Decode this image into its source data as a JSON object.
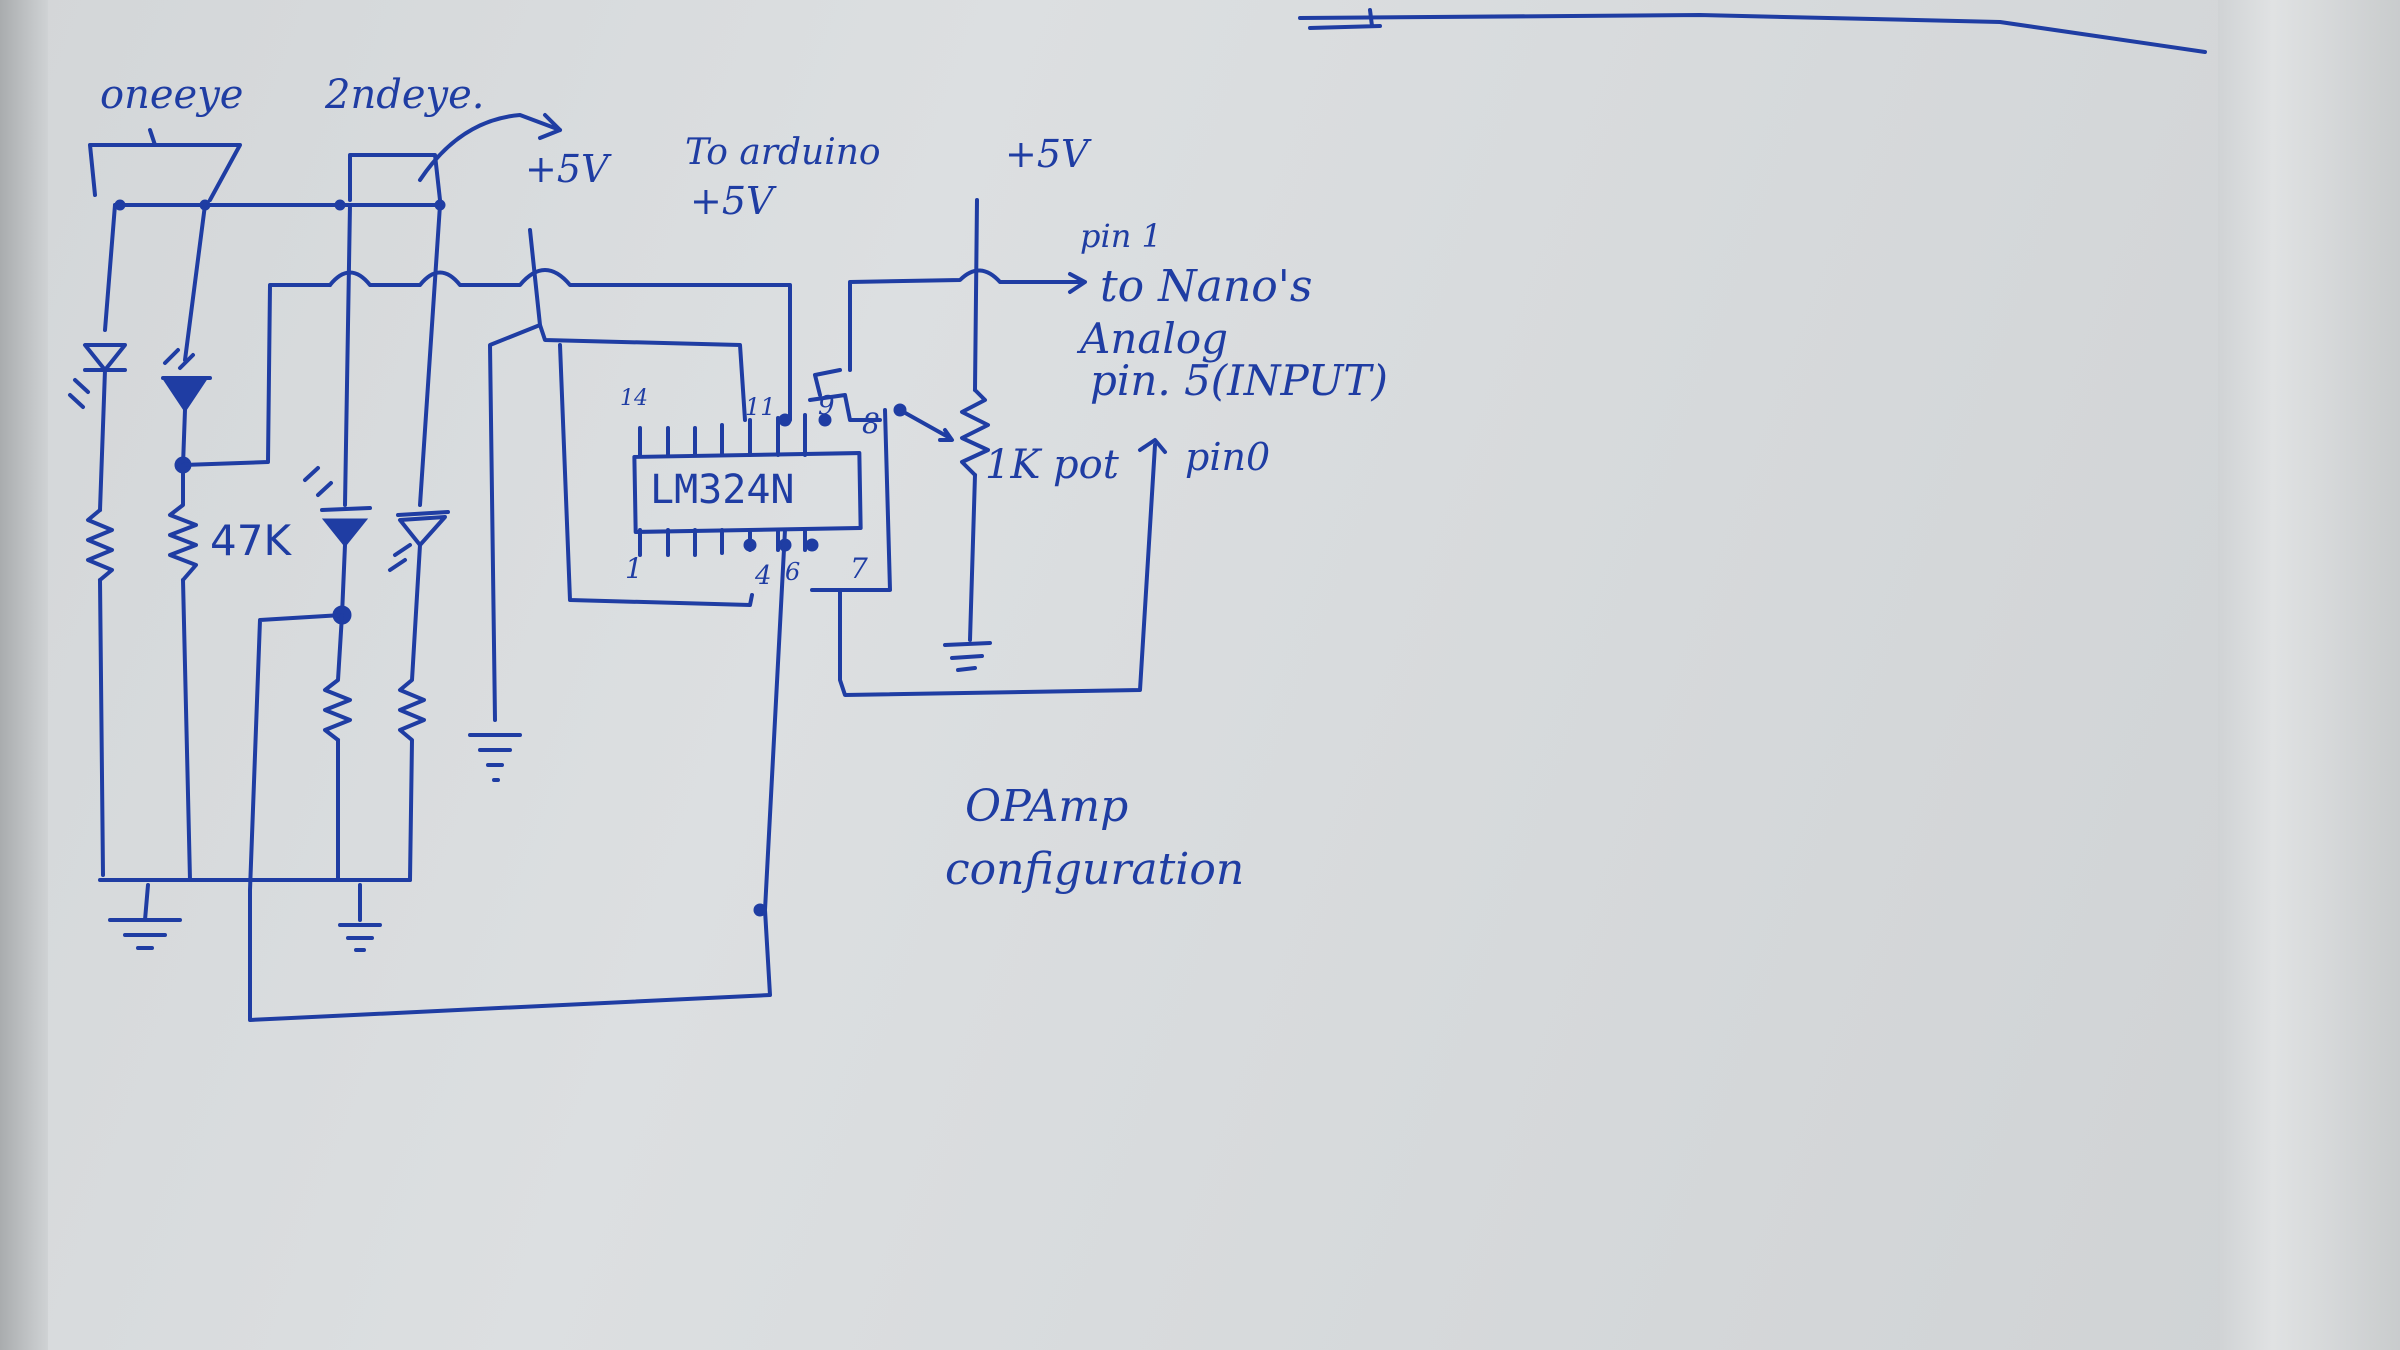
{
  "ink_color": "#1f3da3",
  "paper_color": "#d8dbdd",
  "labels": {
    "one_eye": "oneeye",
    "second_eye": "2ndeye.",
    "plus5v_left": "+5V",
    "to_arduino": "To arduino",
    "plus5v_arduino": "+5V",
    "plus5v_right": "+5V",
    "pin1": "pin 1",
    "to_nano": "to Nano's",
    "analog": "Analog",
    "pin_input": "pin. 5(INPUT)",
    "pot_label": "1K pot",
    "pin0": "pin0",
    "resistor_47k": "47K",
    "ic_name": "LM324N",
    "ic_pin_14": "14",
    "ic_pin_11": "11",
    "ic_pin_9": "9",
    "ic_pin_8": "8",
    "ic_pin_1": "1",
    "ic_pin_4": "4",
    "ic_pin_6": "6",
    "ic_pin_7": "7",
    "title_line1": "OPAmp",
    "title_line2": "configuration"
  }
}
